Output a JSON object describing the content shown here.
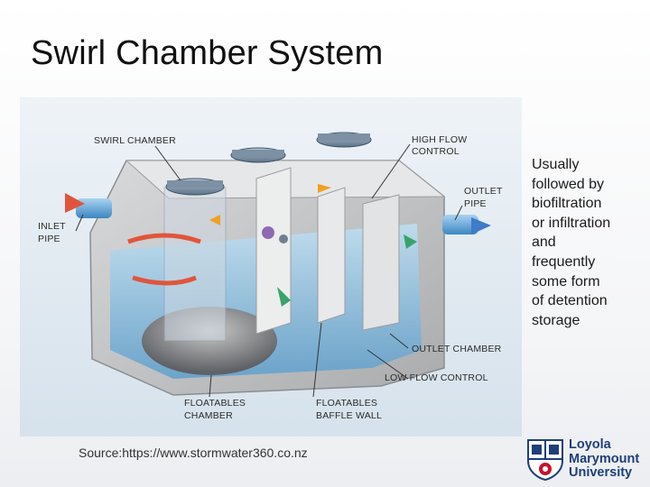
{
  "slide": {
    "title": "Swirl Chamber System",
    "side_text": "Usually\nfollowed by\nbiofiltration\nor infiltration\nand\nfrequently\nsome form\nof detention\nstorage",
    "source": "Source:https://www.stormwater360.co.nz"
  },
  "diagram": {
    "labels": {
      "swirl_chamber": "SWIRL CHAMBER",
      "high_flow_1": "HIGH FLOW",
      "high_flow_2": "CONTROL",
      "outlet_pipe_1": "OUTLET",
      "outlet_pipe_2": "PIPE",
      "inlet_pipe_1": "INLET",
      "inlet_pipe_2": "PIPE",
      "outlet_chamber": "OUTLET CHAMBER",
      "low_flow_control": "LOW FLOW CONTROL",
      "floatables_chamber_1": "FLOATABLES",
      "floatables_chamber_2": "CHAMBER",
      "baffle_wall_1": "FLOATABLES",
      "baffle_wall_2": "BAFFLE WALL"
    }
  },
  "logo": {
    "line1": "Loyola",
    "line2": "Marymount",
    "line3": "University",
    "color": "#1e3f7a",
    "accent": "#c8102e"
  }
}
